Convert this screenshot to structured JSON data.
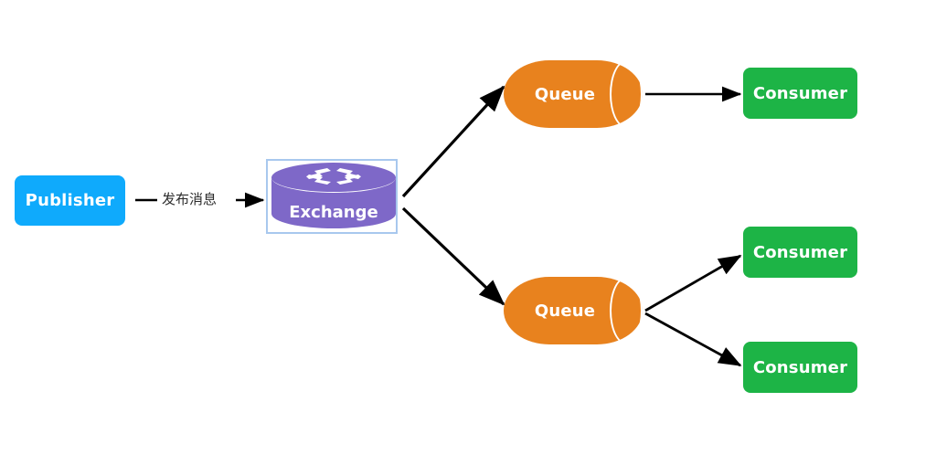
{
  "diagram": {
    "title": "RabbitMQ publish/subscribe topology",
    "background": "#ffffff",
    "colors": {
      "publisher": "#0FAAFC",
      "exchange": "#7E68C8",
      "exchange_selection_border": "#A8C8EE",
      "queue": "#E8821E",
      "consumer": "#1DB446",
      "edge": "#000000",
      "label_text": "#2b2b2b",
      "node_text": "#ffffff"
    },
    "nodes": {
      "publisher": {
        "label": "Publisher",
        "shape": "rounded-rectangle"
      },
      "exchange": {
        "label": "Exchange",
        "shape": "router-cylinder",
        "icon": "router-arrows-icon",
        "selected": true
      },
      "queues": [
        {
          "label": "Queue",
          "shape": "cylinder"
        },
        {
          "label": "Queue",
          "shape": "cylinder"
        }
      ],
      "consumers": [
        {
          "label": "Consumer",
          "shape": "rounded-rectangle"
        },
        {
          "label": "Consumer",
          "shape": "rounded-rectangle"
        },
        {
          "label": "Consumer",
          "shape": "rounded-rectangle"
        }
      ]
    },
    "edges": [
      {
        "from": "publisher",
        "to": "exchange",
        "label": "发布消息",
        "arrow": "single"
      },
      {
        "from": "exchange",
        "to": "queue-1",
        "label": "",
        "arrow": "single"
      },
      {
        "from": "exchange",
        "to": "queue-2",
        "label": "",
        "arrow": "single"
      },
      {
        "from": "queue-1",
        "to": "consumer-1",
        "label": "",
        "arrow": "single"
      },
      {
        "from": "queue-2",
        "to": "consumer-2",
        "label": "",
        "arrow": "single"
      },
      {
        "from": "queue-2",
        "to": "consumer-3",
        "label": "",
        "arrow": "single"
      }
    ]
  }
}
